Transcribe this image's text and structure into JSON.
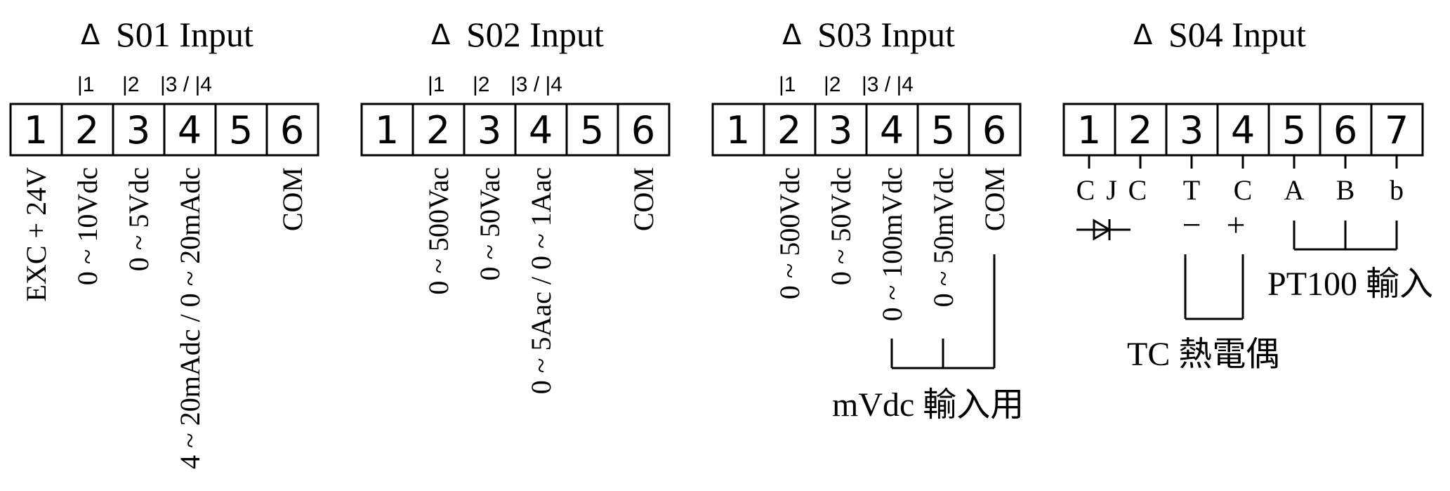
{
  "delta_symbol": "Δ",
  "panels": [
    {
      "title": "S01 Input",
      "tags": [
        "|1",
        "|2",
        "|3 / |4"
      ],
      "terminals": [
        "1",
        "2",
        "3",
        "4",
        "5",
        "6"
      ],
      "labels": [
        "EXC + 24V",
        "0 ~ 10Vdc",
        "0 ~ 5Vdc",
        "4 ~ 20mAdc / 0 ~ 20mAdc",
        "COM"
      ]
    },
    {
      "title": "S02 Input",
      "tags": [
        "|1",
        "|2",
        "|3 / |4"
      ],
      "terminals": [
        "1",
        "2",
        "3",
        "4",
        "5",
        "6"
      ],
      "labels": [
        "0 ~ 500Vac",
        "0 ~ 50Vac",
        "0 ~ 5Aac / 0 ~ 1Aac",
        "COM"
      ]
    },
    {
      "title": "S03 Input",
      "tags": [
        "|1",
        "|2",
        "|3 / |4"
      ],
      "terminals": [
        "1",
        "2",
        "3",
        "4",
        "5",
        "6"
      ],
      "labels": [
        "0 ~ 500Vdc",
        "0 ~ 50Vdc",
        "0 ~ 100mVdc",
        "0 ~ 50mVdc",
        "COM"
      ],
      "note": "mVdc 輸入用"
    },
    {
      "title": "S04 Input",
      "terminals": [
        "1",
        "2",
        "3",
        "4",
        "5",
        "6",
        "7"
      ],
      "letters": [
        "C",
        "J",
        "C",
        "T",
        "C",
        "A",
        "B",
        "b"
      ],
      "minus": "−",
      "plus": "+",
      "note_tc": "TC 熱電偶",
      "note_pt": "PT100 輸入"
    }
  ]
}
